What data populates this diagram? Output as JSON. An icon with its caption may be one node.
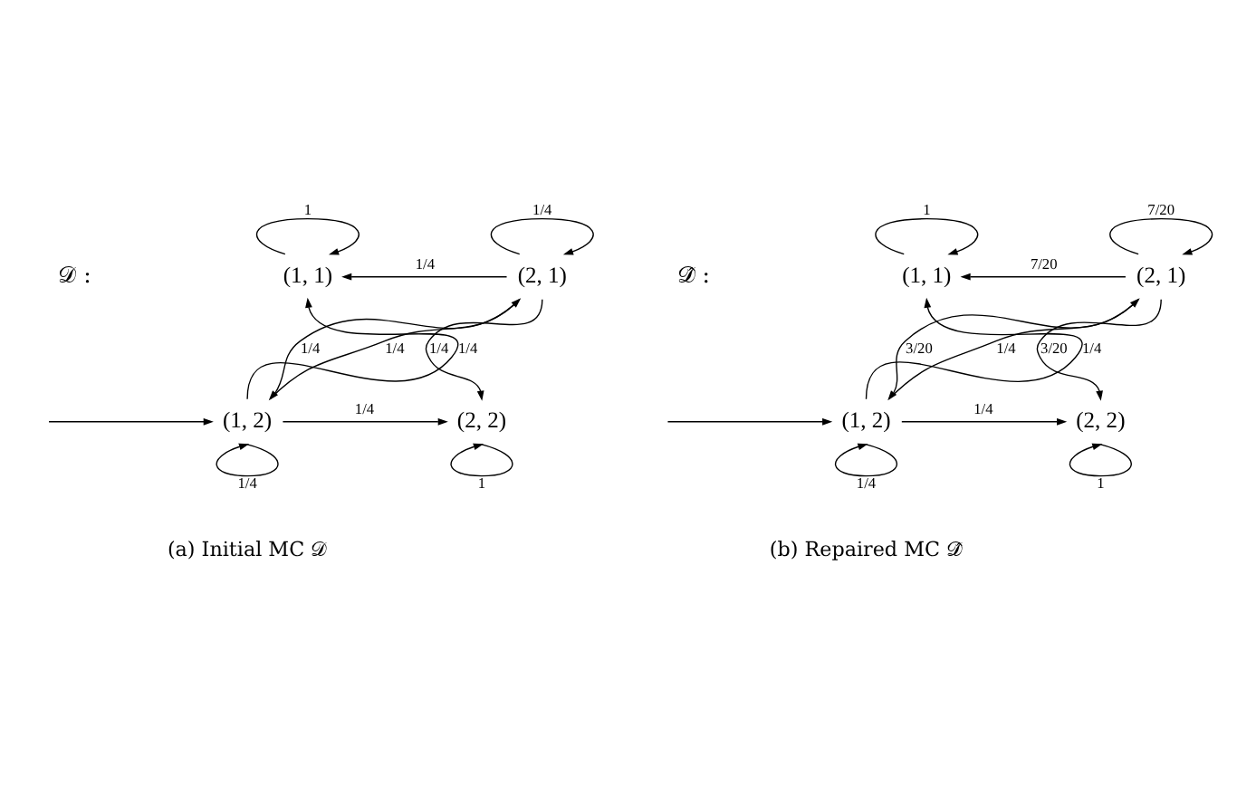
{
  "diagram": {
    "nodes": [
      {
        "text": [
          "(1, 1)"
        ]
      },
      {
        "text": [
          "(2, 1)"
        ]
      },
      {
        "text": [
          "(1, 2)"
        ]
      },
      {
        "text": [
          "(2, 2)"
        ]
      },
      {
        "text": [
          "(1, 1)"
        ]
      },
      {
        "text": [
          "(2, 1)"
        ]
      },
      {
        "text": [
          "(1, 2)"
        ]
      },
      {
        "text": [
          "(2, 2)"
        ]
      }
    ],
    "edges": [
      {
        "from": null,
        "to": 2,
        "arrow": "to"
      },
      {
        "from": 0,
        "to": 0,
        "arrow": "to",
        "label": "1"
      },
      {
        "from": 1,
        "to": 1,
        "arrow": "to",
        "label": "1/4"
      },
      {
        "from": 1,
        "to": 0,
        "arrow": "to",
        "label": "1/4"
      },
      {
        "from": 2,
        "to": 0,
        "arrow": "to",
        "label": "1/4"
      },
      {
        "from": 2,
        "to": 1,
        "arrow": "to",
        "label": "1/4"
      },
      {
        "from": 1,
        "to": 2,
        "arrow": "to",
        "label": "1/4"
      },
      {
        "from": 1,
        "to": 3,
        "arrow": "to",
        "label": "1/4"
      },
      {
        "from": 2,
        "to": 3,
        "arrow": "to",
        "label": "1/4"
      },
      {
        "from": 2,
        "to": 2,
        "arrow": "to",
        "label": "1/4"
      },
      {
        "from": 3,
        "to": 3,
        "arrow": "to",
        "label": "1"
      },
      {
        "from": null,
        "to": 6,
        "arrow": "to"
      },
      {
        "from": 4,
        "to": 4,
        "arrow": "to",
        "label": "1"
      },
      {
        "from": 5,
        "to": 5,
        "arrow": "to",
        "label": "7/20"
      },
      {
        "from": 5,
        "to": 4,
        "arrow": "to",
        "label": "7/20"
      },
      {
        "from": 6,
        "to": 4,
        "arrow": "to",
        "label": "1/4"
      },
      {
        "from": 6,
        "to": 5,
        "arrow": "to",
        "label": "1/4"
      },
      {
        "from": 5,
        "to": 6,
        "arrow": "to",
        "label": "3/20"
      },
      {
        "from": 5,
        "to": 7,
        "arrow": "to",
        "label": "3/20"
      },
      {
        "from": 6,
        "to": 7,
        "arrow": "to",
        "label": "1/4"
      },
      {
        "from": 6,
        "to": 6,
        "arrow": "to",
        "label": "1/4"
      },
      {
        "from": 7,
        "to": 7,
        "arrow": "to",
        "label": "1"
      }
    ],
    "labels": [
      "𝒟 :",
      "𝒟̂ :",
      "(a) Initial MC 𝒟",
      "(b) Repaired MC 𝒟̂"
    ]
  }
}
